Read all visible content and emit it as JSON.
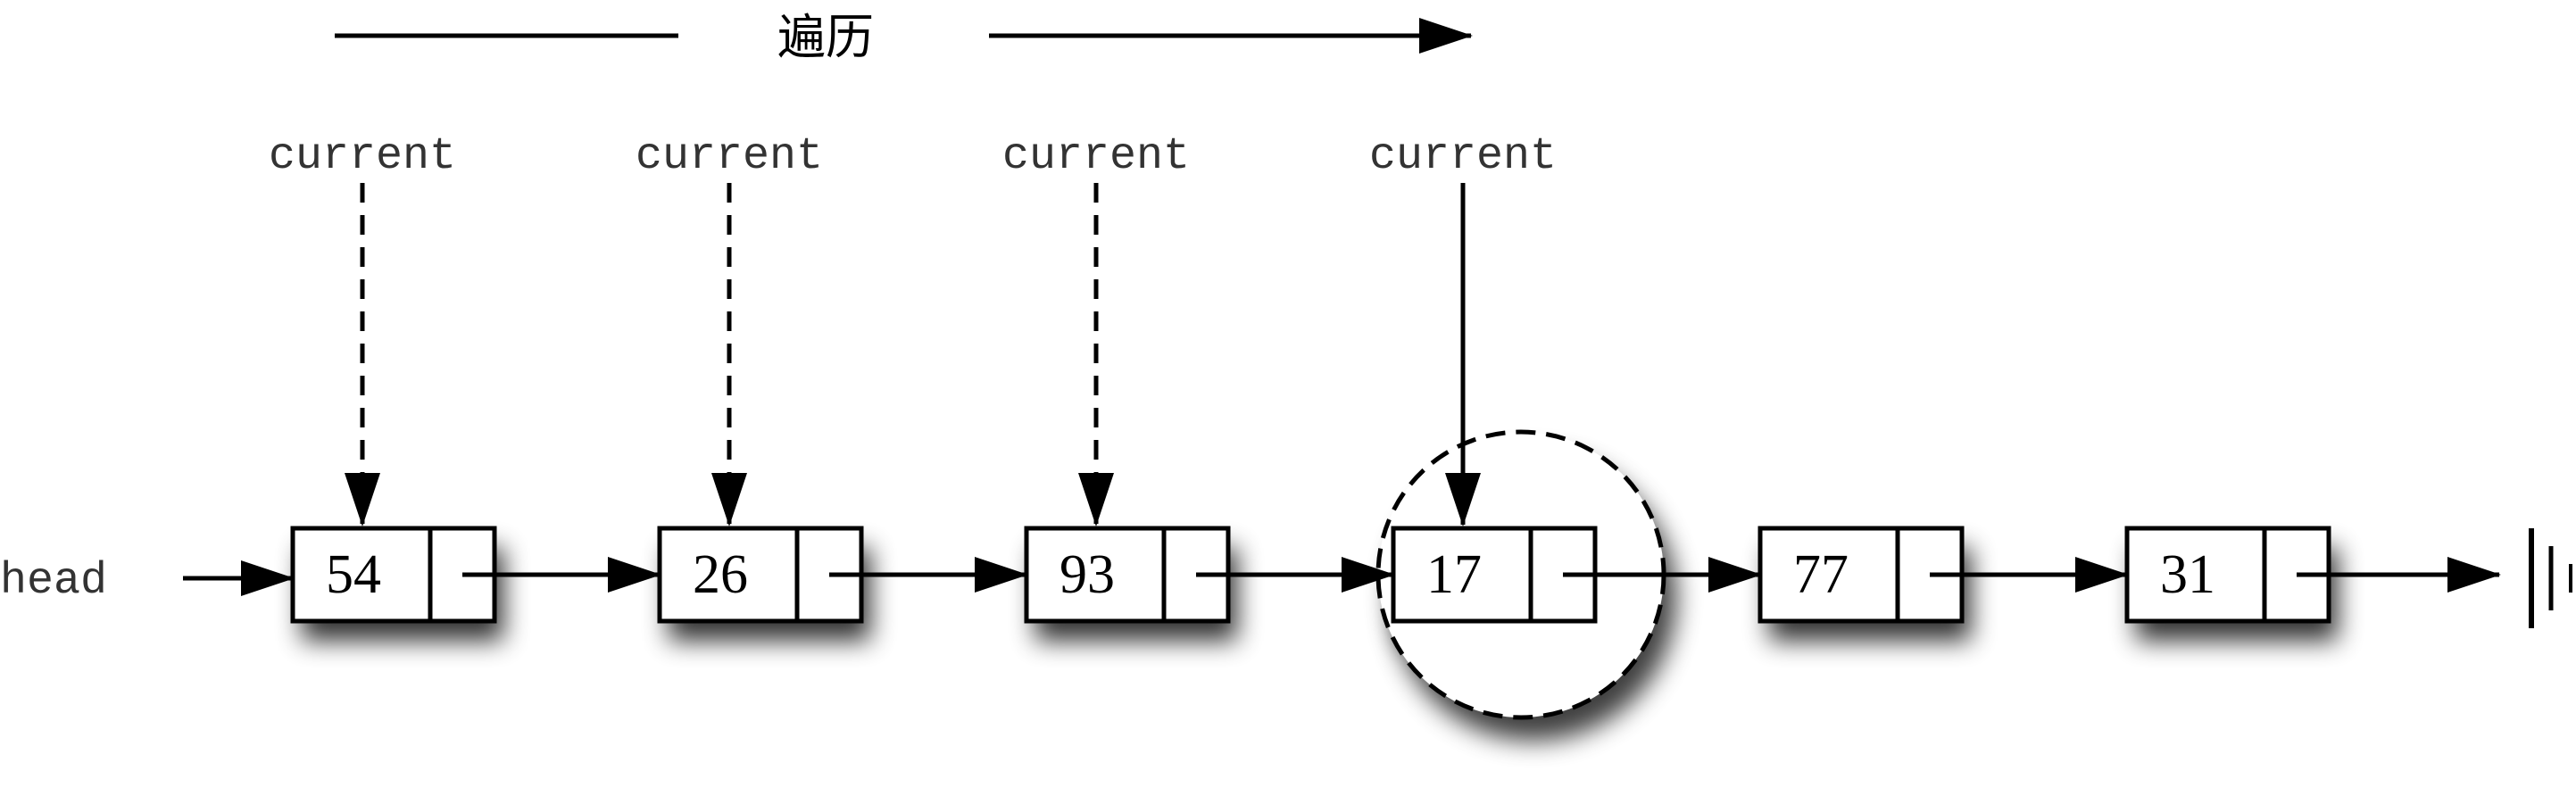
{
  "title": "遍历",
  "head_label": "head",
  "pointer_label": "current",
  "nodes": [
    "54",
    "26",
    "93",
    "17",
    "77",
    "31"
  ],
  "current_index": 3,
  "visited_indices": [
    0,
    1,
    2
  ]
}
